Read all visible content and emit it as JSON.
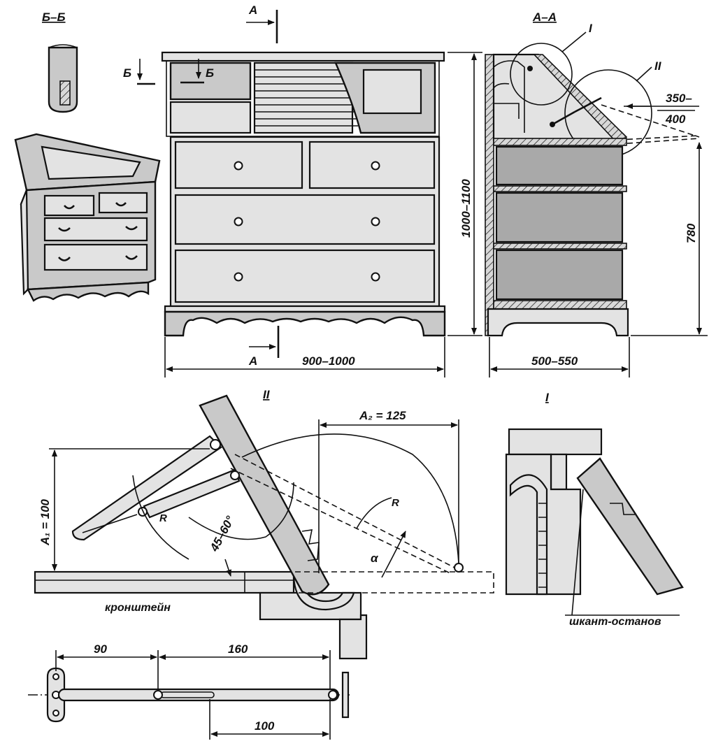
{
  "sections": {
    "bb": "Б–Б",
    "aa": "А–А",
    "detail_one": "I",
    "detail_two": "II",
    "detail_one_title": "I",
    "detail_two_title": "II"
  },
  "section_marks": {
    "a_top": "А",
    "a_bottom": "А",
    "b_left": "Б",
    "b_right": "Б"
  },
  "dimensions": {
    "width": "900–1000",
    "height": "1000–1100",
    "depth": "500–550",
    "desk_height": "780",
    "overhang_top": "350–",
    "overhang_bottom": "400",
    "a2": "A₂ = 125",
    "a1": "A₁ = 100",
    "angle": "45–60°",
    "radius_left": "R",
    "radius_right": "R",
    "alpha": "α",
    "link_90": "90",
    "link_160": "160",
    "slot_100": "100"
  },
  "notes": {
    "bracket": "кронштейн",
    "dowel_stop": "шкант-останов"
  },
  "colors": {
    "line": "#111111",
    "panel_fill": "#c9c9c9",
    "light_fill": "#e3e3e3",
    "paper": "#ffffff"
  }
}
